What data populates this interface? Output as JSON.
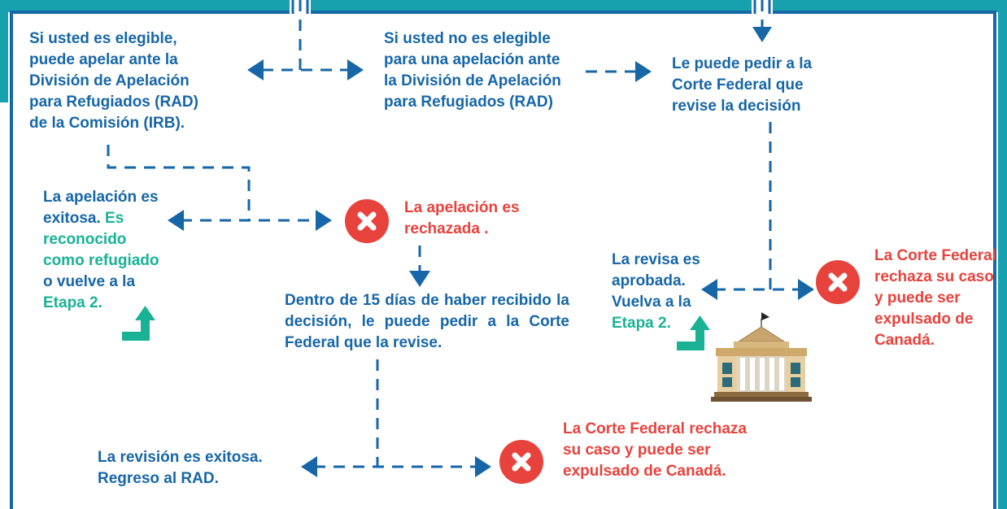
{
  "colors": {
    "frame_teal": "#17a1ae",
    "navy": "#1666a8",
    "text_blue": "#1666a8",
    "text_red": "#e8423c",
    "text_green": "#19b295",
    "return_arrow_green": "#19b295",
    "reject_icon_red": "#e8423c"
  },
  "icons": {
    "reject": "circle-x-icon",
    "return": "return-up-arrow-icon",
    "courthouse": "courthouse-icon"
  },
  "nodes": {
    "eligible_rad": "Si usted es elegible, puede apelar ante la División de Apelación para Refugiados (RAD) de la Comisión (IRB).",
    "not_eligible_rad": "Si usted no es elegible para una apelación ante la División de Apelación para Refugiados (RAD)",
    "federal_court_review": "Le puede pedir a la Corte Federal que revise la decisión",
    "appeal_success": {
      "part1": "La apelación es exitosa.",
      "part2": "Es reconocido como refugiado",
      "part3": "o vuelve a la",
      "part4": "Etapa 2."
    },
    "appeal_rejected": "La apelación es rechazada .",
    "within_15_days": "Dentro de 15 días de haber recibido la decisión, le puede pedir a la Corte Federal que la revise.",
    "review_approved": {
      "part1": "La revisa es aprobada. Vuelva a la",
      "part2": "Etapa 2."
    },
    "court_rejects_right": "La Corte Federal rechaza su caso y puede ser expulsado de Canadá.",
    "review_success_rad": "La revisión es exitosa. Regreso al RAD.",
    "court_rejects_bottom": "La Corte Federal rechaza su caso y puede ser expulsado de Canadá."
  }
}
